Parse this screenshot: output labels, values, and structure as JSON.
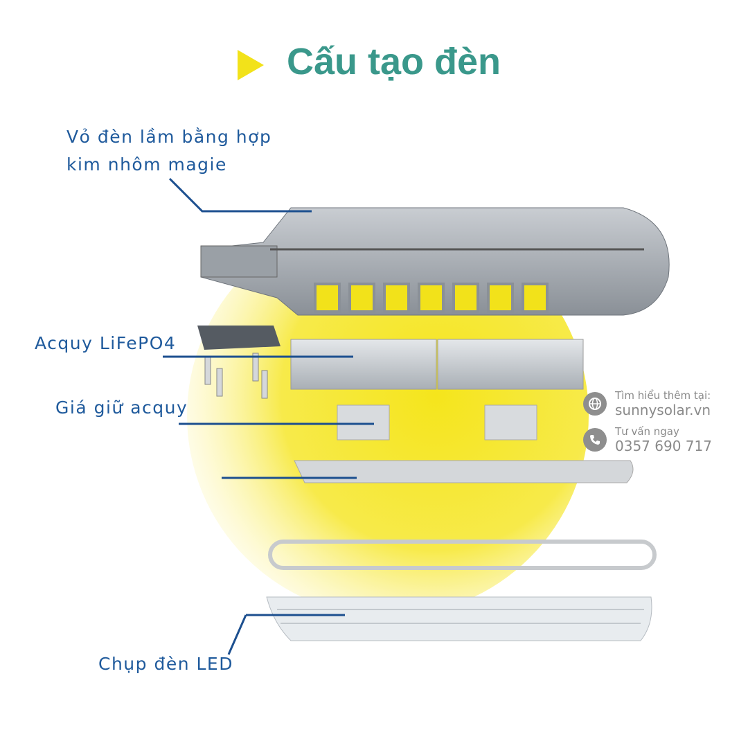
{
  "title": "Cấu tạo đèn",
  "labels": {
    "housing_line1": "Vỏ đèn lầm bằng hợp",
    "housing_line2": "kim nhôm magie",
    "battery": "Acquy LiFePO4",
    "bracket": "Giá giữ acquy",
    "cover": "Chụp đèn LED"
  },
  "contact": {
    "learn_more": "Tìm hiểu thêm tại:",
    "website": "sunnysolar.vn",
    "consult": "Tư vấn ngay",
    "phone": "0357 690 717"
  },
  "colors": {
    "title": "#3a988b",
    "label": "#1f5a9c",
    "accent_yellow": "#f2e21a"
  }
}
